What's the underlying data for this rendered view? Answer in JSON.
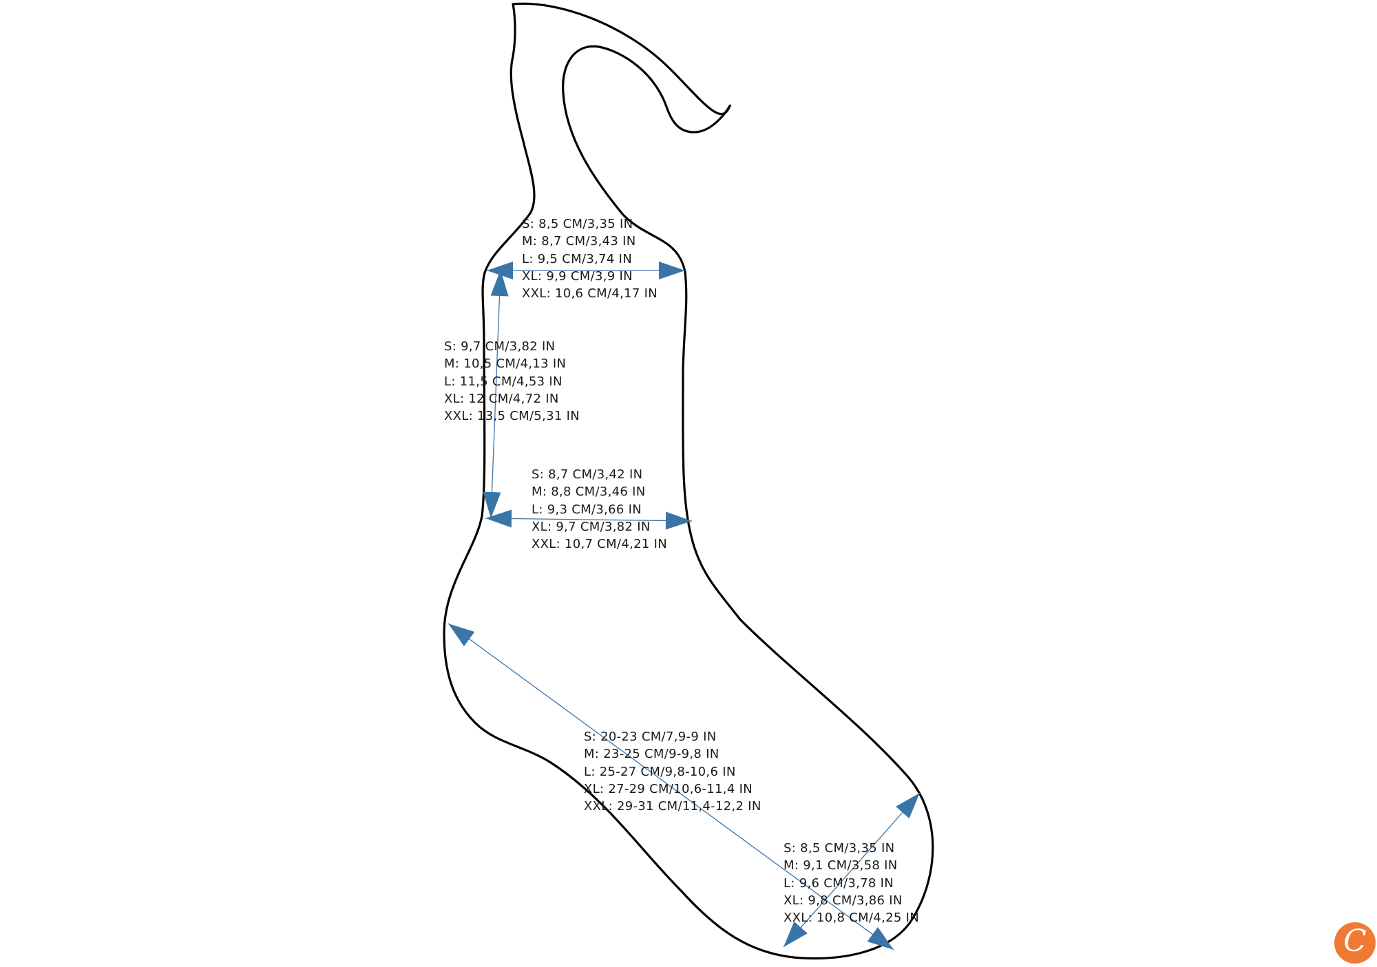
{
  "colors": {
    "accent": "#3a75a8",
    "outline": "#000000",
    "logo": "#f07a35"
  },
  "logo": {
    "icon": "crochet-c-icon",
    "glyph": "C"
  },
  "measurements": {
    "top_width": {
      "lines": [
        "S: 8,5 CM/3,35 IN",
        "M: 8,7 CM/3,43 IN",
        "L: 9,5 CM/3,74 IN",
        "XL: 9,9 CM/3,9 IN",
        "XXL: 10,6 CM/4,17 IN"
      ]
    },
    "leg_length": {
      "lines": [
        "S: 9,7 CM/3,82 IN",
        "M: 10,5 CM/4,13 IN",
        "L: 11,5 CM/4,53 IN",
        "XL: 12 CM/4,72 IN",
        "XXL: 13,5 CM/5,31 IN"
      ]
    },
    "ankle_width": {
      "lines": [
        "S: 8,7 CM/3,42 IN",
        "M: 8,8 CM/3,46 IN",
        "L: 9,3 CM/3,66 IN",
        "XL: 9,7 CM/3,82 IN",
        "XXL: 10,7 CM/4,21 IN"
      ]
    },
    "foot_length": {
      "lines": [
        "S: 20-23 CM/7,9-9 IN",
        "M: 23-25 CM/9-9,8 IN",
        "L: 25-27 CM/9,8-10,6 IN",
        "XL: 27-29 CM/10,6-11,4 IN",
        "XXL: 29-31 CM/11,4-12,2 IN"
      ]
    },
    "toe_width": {
      "lines": [
        "S: 8,5 CM/3,35 IN",
        "M: 9,1 CM/3,58 IN",
        "L: 9,6 CM/3,78 IN",
        "XL: 9,8 CM/3,86 IN",
        "XXL: 10,8 CM/4,25 IN"
      ]
    }
  }
}
